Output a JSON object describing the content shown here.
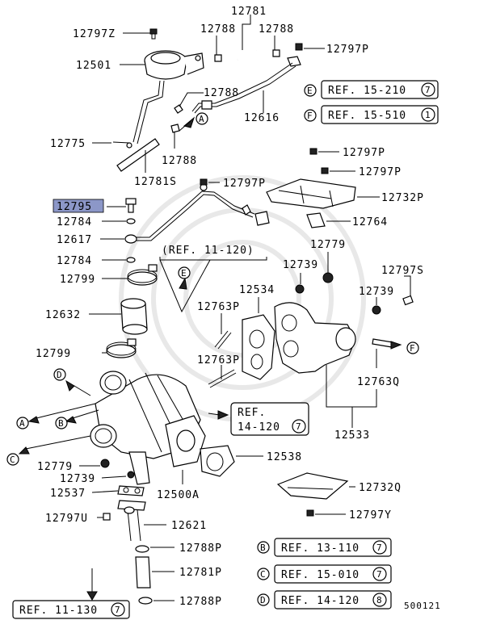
{
  "diagram_id": "500121",
  "highlighted_part": "12795",
  "part_labels": {
    "p12781_top": "12781",
    "p12797Z": "12797Z",
    "p12788_a": "12788",
    "p12788_b": "12788",
    "p12797P_top": "12797P",
    "p12501": "12501",
    "p12788_c": "12788",
    "p12616": "12616",
    "p12775": "12775",
    "p12788_d": "12788",
    "p12781S": "12781S",
    "p12797P_b": "12797P",
    "p12797P_c": "12797P",
    "p12797P_d": "12797P",
    "p12732P": "12732P",
    "p12795": "12795",
    "p12784_a": "12784",
    "p12764": "12764",
    "p12617": "12617",
    "p12779_a": "12779",
    "p12784_b": "12784",
    "p12739_a": "12739",
    "p12797S": "12797S",
    "p12799_a": "12799",
    "p12534": "12534",
    "p12739_b": "12739",
    "p12763P_a": "12763P",
    "p12632": "12632",
    "p12799_b": "12799",
    "p12763P_b": "12763P",
    "p12763Q": "12763Q",
    "p12533": "12533",
    "p12538": "12538",
    "p12779_b": "12779",
    "p12739_c": "12739",
    "p12500A": "12500A",
    "p12537": "12537",
    "p12732Q": "12732Q",
    "p12797U": "12797U",
    "p12621": "12621",
    "p12797Y": "12797Y",
    "p12788P_a": "12788P",
    "p12781P": "12781P",
    "p12788P_b": "12788P"
  },
  "refs": {
    "ref_11_120": "(REF. 11-120)",
    "ref_14_120_a": "REF.",
    "ref_14_120_b": "14-120",
    "ref_14_120_n": "7",
    "ref_15_210": "REF. 15-210",
    "ref_15_210_n": "7",
    "ref_15_510": "REF. 15-510",
    "ref_15_510_n": "1",
    "ref_13_110": "REF. 13-110",
    "ref_13_110_n": "7",
    "ref_15_010": "REF. 15-010",
    "ref_15_010_n": "7",
    "ref_14_120_b2": "REF. 14-120",
    "ref_14_120_b2_n": "8",
    "ref_11_130": "REF. 11-130",
    "ref_11_130_n": "7"
  },
  "circle_letters": {
    "E": "E",
    "F": "F",
    "B": "B",
    "C": "C",
    "D": "D",
    "A": "A"
  }
}
